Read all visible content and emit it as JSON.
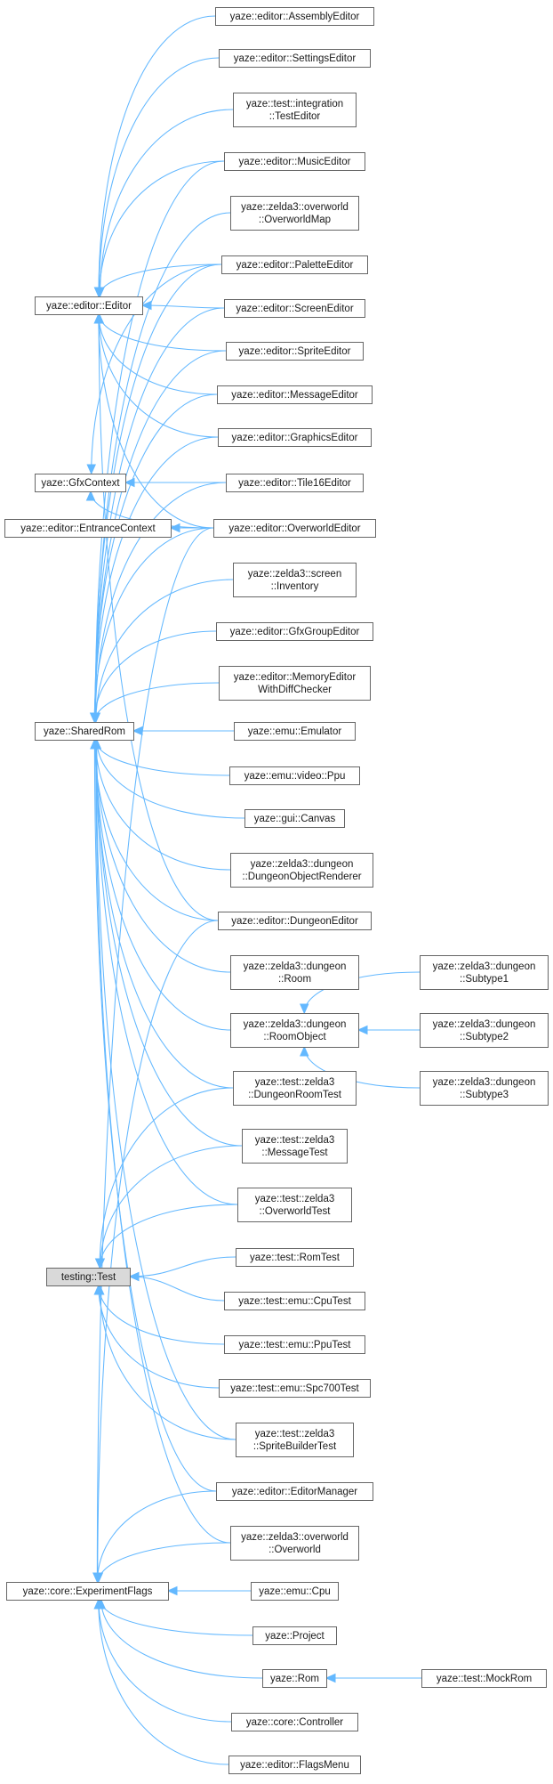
{
  "diagram": {
    "nodes": [
      {
        "id": "n_editor",
        "label": [
          "yaze::editor::Editor"
        ],
        "highlight": false
      },
      {
        "id": "n_gfxcontext",
        "label": [
          "yaze::GfxContext"
        ],
        "highlight": false
      },
      {
        "id": "n_entrancecontext",
        "label": [
          "yaze::editor::EntranceContext"
        ],
        "highlight": false
      },
      {
        "id": "n_sharedrom",
        "label": [
          "yaze::SharedRom"
        ],
        "highlight": false
      },
      {
        "id": "n_testingtest",
        "label": [
          "testing::Test"
        ],
        "highlight": true
      },
      {
        "id": "n_experimentflags",
        "label": [
          "yaze::core::ExperimentFlags"
        ],
        "highlight": false
      },
      {
        "id": "n_assemblyeditor",
        "label": [
          "yaze::editor::AssemblyEditor"
        ],
        "highlight": false
      },
      {
        "id": "n_settingseditor",
        "label": [
          "yaze::editor::SettingsEditor"
        ],
        "highlight": false
      },
      {
        "id": "n_integrationtesteditor",
        "label": [
          "yaze::test::integration",
          "::TestEditor"
        ],
        "highlight": false
      },
      {
        "id": "n_musiceditor",
        "label": [
          "yaze::editor::MusicEditor"
        ],
        "highlight": false
      },
      {
        "id": "n_overworldmap",
        "label": [
          "yaze::zelda3::overworld",
          "::OverworldMap"
        ],
        "highlight": false
      },
      {
        "id": "n_paletteeditor",
        "label": [
          "yaze::editor::PaletteEditor"
        ],
        "highlight": false
      },
      {
        "id": "n_screeneditor",
        "label": [
          "yaze::editor::ScreenEditor"
        ],
        "highlight": false
      },
      {
        "id": "n_spriteeditor",
        "label": [
          "yaze::editor::SpriteEditor"
        ],
        "highlight": false
      },
      {
        "id": "n_messageeditor",
        "label": [
          "yaze::editor::MessageEditor"
        ],
        "highlight": false
      },
      {
        "id": "n_graphicseditor",
        "label": [
          "yaze::editor::GraphicsEditor"
        ],
        "highlight": false
      },
      {
        "id": "n_tile16editor",
        "label": [
          "yaze::editor::Tile16Editor"
        ],
        "highlight": false
      },
      {
        "id": "n_overworldeditor",
        "label": [
          "yaze::editor::OverworldEditor"
        ],
        "highlight": false
      },
      {
        "id": "n_inventory",
        "label": [
          "yaze::zelda3::screen",
          "::Inventory"
        ],
        "highlight": false
      },
      {
        "id": "n_gfxgroupeditor",
        "label": [
          "yaze::editor::GfxGroupEditor"
        ],
        "highlight": false
      },
      {
        "id": "n_memoryeditor",
        "label": [
          "yaze::editor::MemoryEditor",
          "WithDiffChecker"
        ],
        "highlight": false
      },
      {
        "id": "n_emulator",
        "label": [
          "yaze::emu::Emulator"
        ],
        "highlight": false
      },
      {
        "id": "n_ppu",
        "label": [
          "yaze::emu::video::Ppu"
        ],
        "highlight": false
      },
      {
        "id": "n_canvas",
        "label": [
          "yaze::gui::Canvas"
        ],
        "highlight": false
      },
      {
        "id": "n_dungeonobjectrenderer",
        "label": [
          "yaze::zelda3::dungeon",
          "::DungeonObjectRenderer"
        ],
        "highlight": false
      },
      {
        "id": "n_dungeoneditor",
        "label": [
          "yaze::editor::DungeonEditor"
        ],
        "highlight": false
      },
      {
        "id": "n_room",
        "label": [
          "yaze::zelda3::dungeon",
          "::Room"
        ],
        "highlight": false
      },
      {
        "id": "n_roomobject",
        "label": [
          "yaze::zelda3::dungeon",
          "::RoomObject"
        ],
        "highlight": false
      },
      {
        "id": "n_subtype1",
        "label": [
          "yaze::zelda3::dungeon",
          "::Subtype1"
        ],
        "highlight": false
      },
      {
        "id": "n_subtype2",
        "label": [
          "yaze::zelda3::dungeon",
          "::Subtype2"
        ],
        "highlight": false
      },
      {
        "id": "n_subtype3",
        "label": [
          "yaze::zelda3::dungeon",
          "::Subtype3"
        ],
        "highlight": false
      },
      {
        "id": "n_dungeonroomtest",
        "label": [
          "yaze::test::zelda3",
          "::DungeonRoomTest"
        ],
        "highlight": false
      },
      {
        "id": "n_messagetest",
        "label": [
          "yaze::test::zelda3",
          "::MessageTest"
        ],
        "highlight": false
      },
      {
        "id": "n_overworldtest",
        "label": [
          "yaze::test::zelda3",
          "::OverworldTest"
        ],
        "highlight": false
      },
      {
        "id": "n_romtest",
        "label": [
          "yaze::test::RomTest"
        ],
        "highlight": false
      },
      {
        "id": "n_cputest",
        "label": [
          "yaze::test::emu::CpuTest"
        ],
        "highlight": false
      },
      {
        "id": "n_pputest",
        "label": [
          "yaze::test::emu::PpuTest"
        ],
        "highlight": false
      },
      {
        "id": "n_spc700test",
        "label": [
          "yaze::test::emu::Spc700Test"
        ],
        "highlight": false
      },
      {
        "id": "n_spritebuildertest",
        "label": [
          "yaze::test::zelda3",
          "::SpriteBuilderTest"
        ],
        "highlight": false
      },
      {
        "id": "n_editormanager",
        "label": [
          "yaze::editor::EditorManager"
        ],
        "highlight": false
      },
      {
        "id": "n_overworld",
        "label": [
          "yaze::zelda3::overworld",
          "::Overworld"
        ],
        "highlight": false
      },
      {
        "id": "n_cpu",
        "label": [
          "yaze::emu::Cpu"
        ],
        "highlight": false
      },
      {
        "id": "n_project",
        "label": [
          "yaze::Project"
        ],
        "highlight": false
      },
      {
        "id": "n_rom",
        "label": [
          "yaze::Rom"
        ],
        "highlight": false
      },
      {
        "id": "n_mockrom",
        "label": [
          "yaze::test::MockRom"
        ],
        "highlight": false
      },
      {
        "id": "n_controller",
        "label": [
          "yaze::core::Controller"
        ],
        "highlight": false
      },
      {
        "id": "n_flagsmenu",
        "label": [
          "yaze::editor::FlagsMenu"
        ],
        "highlight": false
      }
    ],
    "edges": [
      {
        "from": "n_assemblyeditor",
        "to": "n_editor"
      },
      {
        "from": "n_settingseditor",
        "to": "n_editor"
      },
      {
        "from": "n_integrationtesteditor",
        "to": "n_editor"
      },
      {
        "from": "n_musiceditor",
        "to": "n_editor"
      },
      {
        "from": "n_paletteeditor",
        "to": "n_editor"
      },
      {
        "from": "n_screeneditor",
        "to": "n_editor"
      },
      {
        "from": "n_spriteeditor",
        "to": "n_editor"
      },
      {
        "from": "n_messageeditor",
        "to": "n_editor"
      },
      {
        "from": "n_graphicseditor",
        "to": "n_editor"
      },
      {
        "from": "n_overworldeditor",
        "to": "n_editor"
      },
      {
        "from": "n_dungeoneditor",
        "to": "n_editor"
      },
      {
        "from": "n_paletteeditor",
        "to": "n_gfxcontext"
      },
      {
        "from": "n_tile16editor",
        "to": "n_gfxcontext"
      },
      {
        "from": "n_overworldeditor",
        "to": "n_gfxcontext"
      },
      {
        "from": "n_overworldeditor",
        "to": "n_entrancecontext"
      },
      {
        "from": "n_musiceditor",
        "to": "n_sharedrom"
      },
      {
        "from": "n_overworldmap",
        "to": "n_sharedrom"
      },
      {
        "from": "n_paletteeditor",
        "to": "n_sharedrom"
      },
      {
        "from": "n_screeneditor",
        "to": "n_sharedrom"
      },
      {
        "from": "n_spriteeditor",
        "to": "n_sharedrom"
      },
      {
        "from": "n_messageeditor",
        "to": "n_sharedrom"
      },
      {
        "from": "n_graphicseditor",
        "to": "n_sharedrom"
      },
      {
        "from": "n_tile16editor",
        "to": "n_sharedrom"
      },
      {
        "from": "n_overworldeditor",
        "to": "n_sharedrom"
      },
      {
        "from": "n_inventory",
        "to": "n_sharedrom"
      },
      {
        "from": "n_gfxgroupeditor",
        "to": "n_sharedrom"
      },
      {
        "from": "n_memoryeditor",
        "to": "n_sharedrom"
      },
      {
        "from": "n_emulator",
        "to": "n_sharedrom"
      },
      {
        "from": "n_ppu",
        "to": "n_sharedrom"
      },
      {
        "from": "n_canvas",
        "to": "n_sharedrom"
      },
      {
        "from": "n_dungeonobjectrenderer",
        "to": "n_sharedrom"
      },
      {
        "from": "n_dungeoneditor",
        "to": "n_sharedrom"
      },
      {
        "from": "n_room",
        "to": "n_sharedrom"
      },
      {
        "from": "n_roomobject",
        "to": "n_sharedrom"
      },
      {
        "from": "n_dungeonroomtest",
        "to": "n_sharedrom"
      },
      {
        "from": "n_messagetest",
        "to": "n_sharedrom"
      },
      {
        "from": "n_overworldtest",
        "to": "n_sharedrom"
      },
      {
        "from": "n_spritebuildertest",
        "to": "n_sharedrom"
      },
      {
        "from": "n_editormanager",
        "to": "n_sharedrom"
      },
      {
        "from": "n_overworld",
        "to": "n_sharedrom"
      },
      {
        "from": "n_subtype1",
        "to": "n_roomobject"
      },
      {
        "from": "n_subtype2",
        "to": "n_roomobject"
      },
      {
        "from": "n_subtype3",
        "to": "n_roomobject"
      },
      {
        "from": "n_dungeonroomtest",
        "to": "n_testingtest"
      },
      {
        "from": "n_messagetest",
        "to": "n_testingtest"
      },
      {
        "from": "n_overworldtest",
        "to": "n_testingtest"
      },
      {
        "from": "n_romtest",
        "to": "n_testingtest"
      },
      {
        "from": "n_cputest",
        "to": "n_testingtest"
      },
      {
        "from": "n_pputest",
        "to": "n_testingtest"
      },
      {
        "from": "n_spc700test",
        "to": "n_testingtest"
      },
      {
        "from": "n_spritebuildertest",
        "to": "n_testingtest"
      },
      {
        "from": "n_dungeoneditor",
        "to": "n_experimentflags"
      },
      {
        "from": "n_overworldeditor",
        "to": "n_experimentflags"
      },
      {
        "from": "n_editormanager",
        "to": "n_experimentflags"
      },
      {
        "from": "n_overworld",
        "to": "n_experimentflags"
      },
      {
        "from": "n_cpu",
        "to": "n_experimentflags"
      },
      {
        "from": "n_project",
        "to": "n_experimentflags"
      },
      {
        "from": "n_rom",
        "to": "n_experimentflags"
      },
      {
        "from": "n_controller",
        "to": "n_experimentflags"
      },
      {
        "from": "n_flagsmenu",
        "to": "n_experimentflags"
      },
      {
        "from": "n_mockrom",
        "to": "n_rom"
      }
    ],
    "colors": {
      "edge": "#63b8ff",
      "node_border": "#666666",
      "node_fill": "#ffffff",
      "highlight_fill": "#d9d9d9",
      "text": "#1a1a1a"
    }
  }
}
